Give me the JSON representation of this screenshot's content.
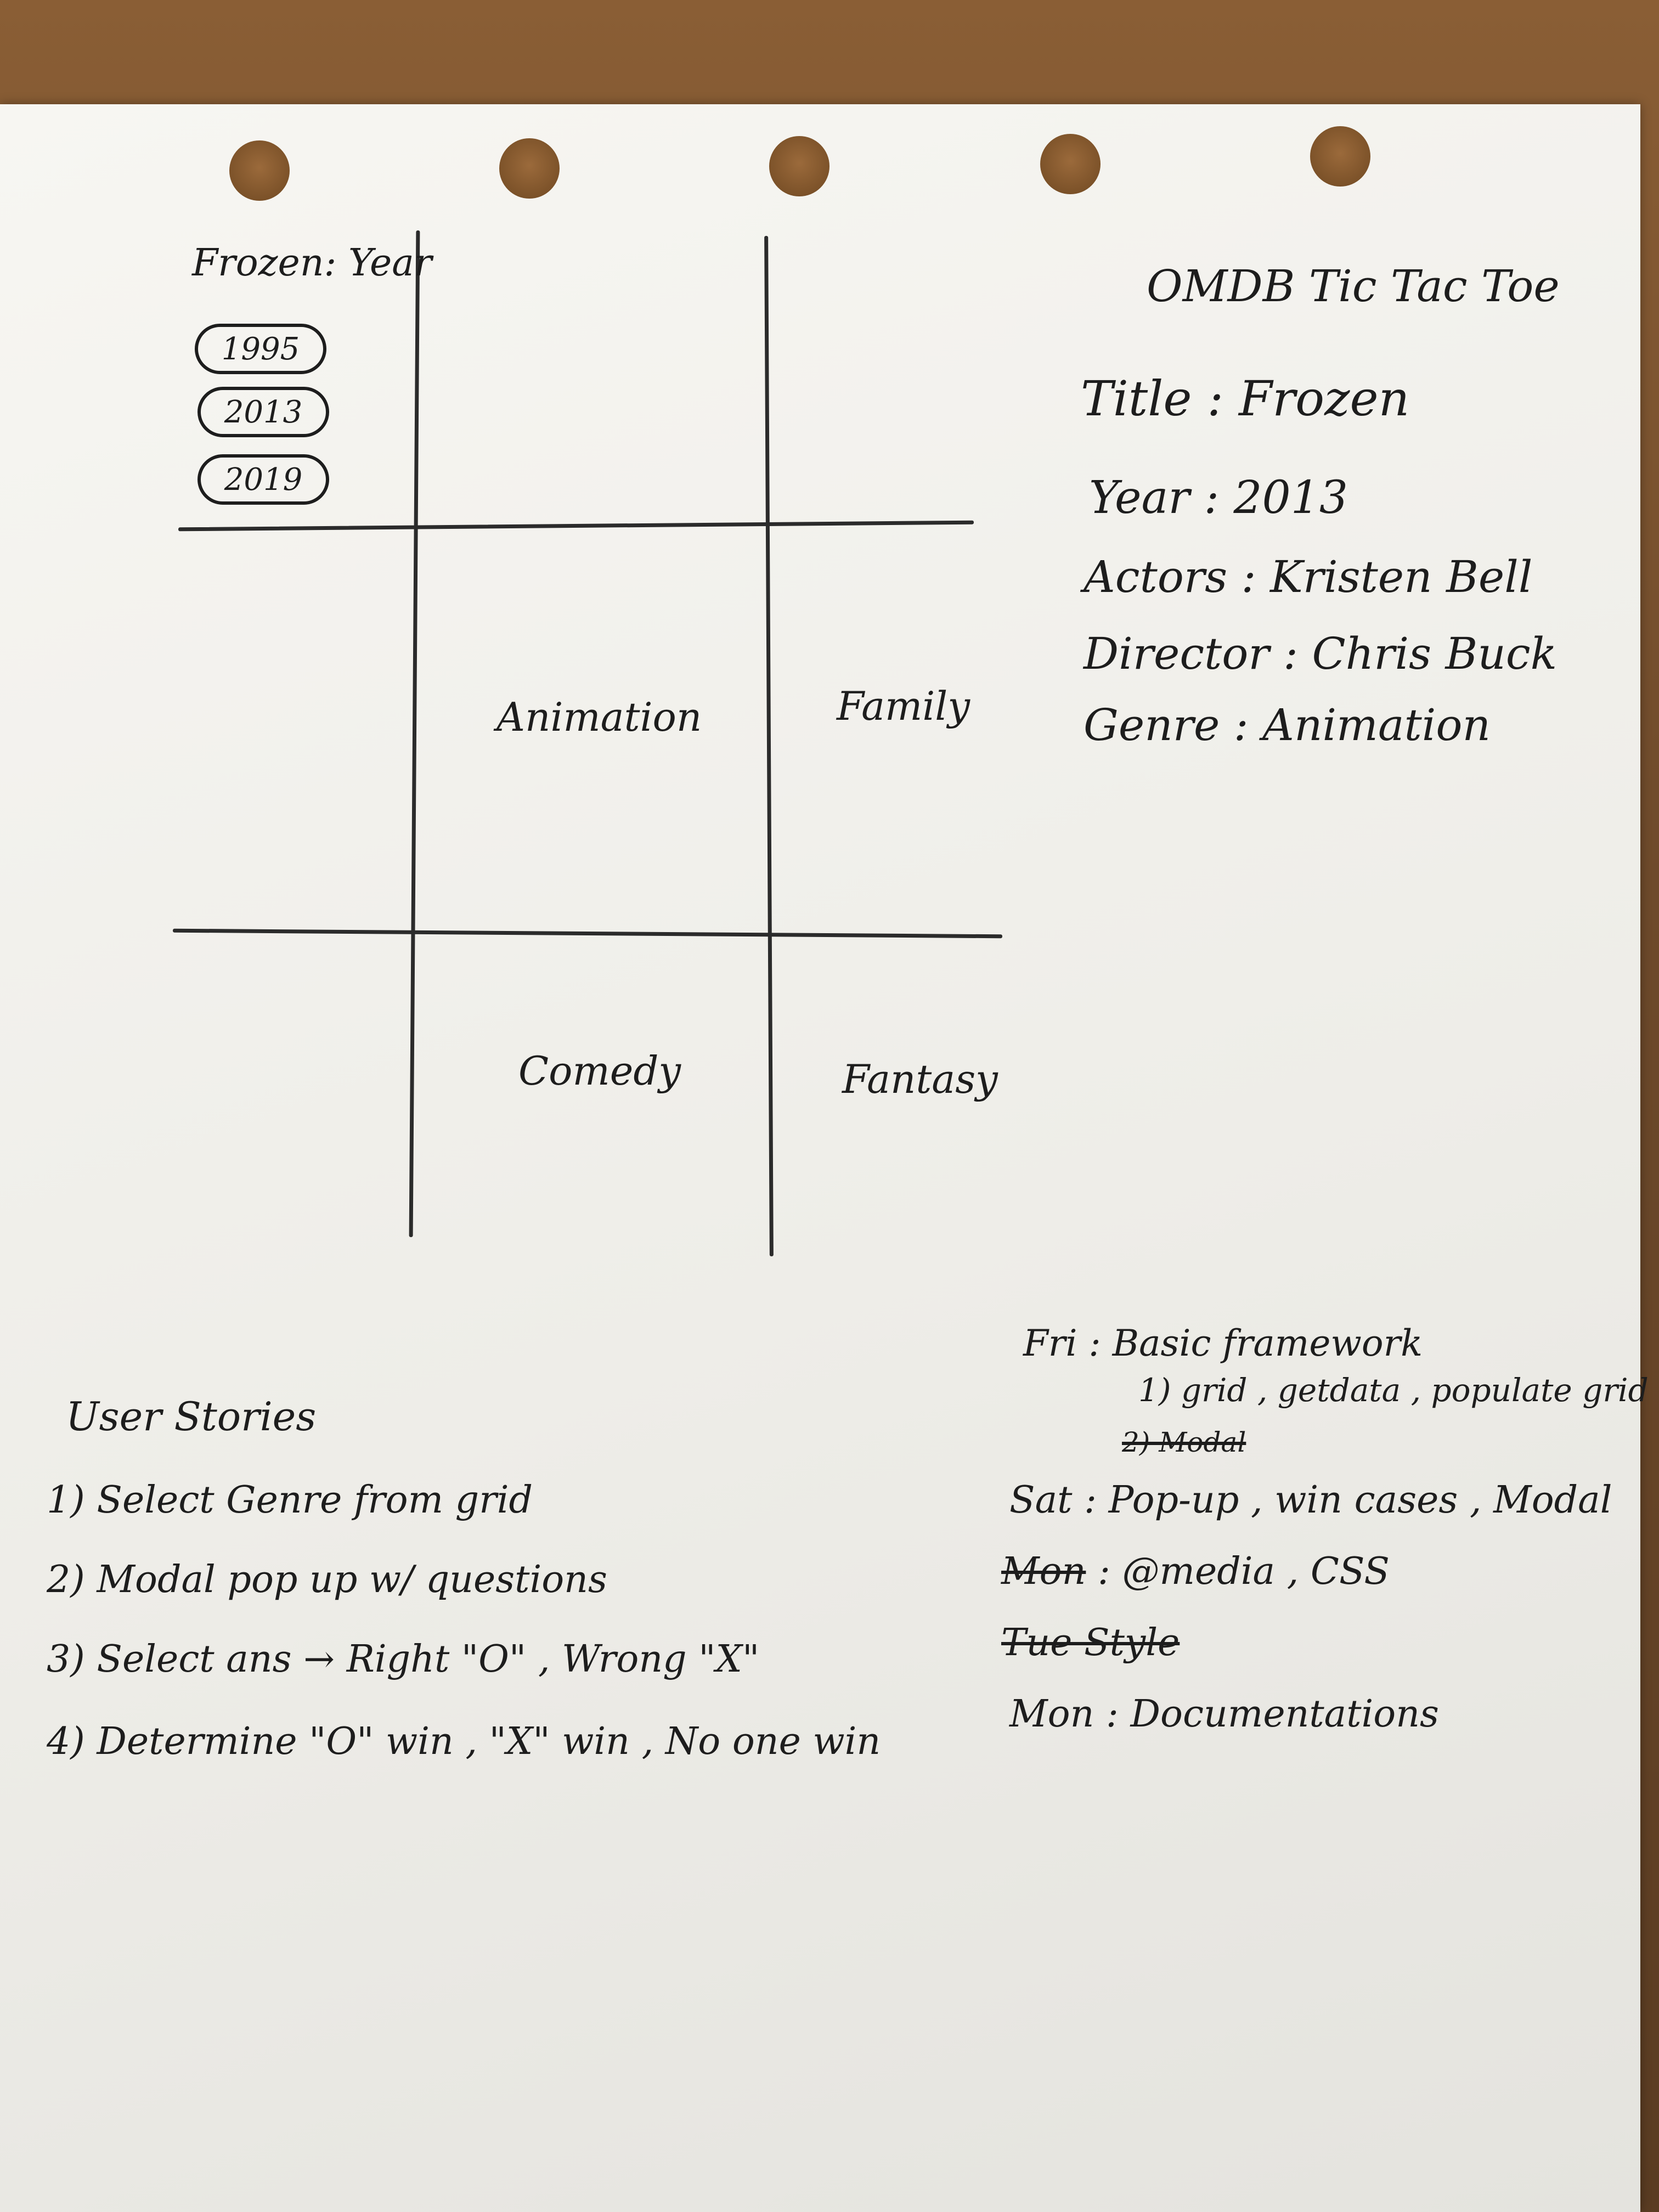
{
  "sketch": {
    "grid": {
      "corner": {
        "title": "Frozen: Year",
        "years": [
          "1995",
          "2013",
          "2019"
        ]
      },
      "cells": {
        "r2c2": "Animation",
        "r2c3": "Family",
        "r3c2": "Comedy",
        "r3c3": "Fantasy"
      }
    },
    "info_panel": {
      "app_title": "OMDB Tic Tac Toe",
      "title": "Title : Frozen",
      "year": "Year : 2013",
      "actors": "Actors : Kristen Bell",
      "director": "Director : Chris Buck",
      "genre": "Genre : Animation"
    },
    "user_stories": {
      "heading": "User Stories",
      "items": [
        "1) Select Genre from grid",
        "2) Modal pop up w/ questions",
        "3) Select ans → Right \"O\" , Wrong \"X\"",
        "4) Determine \"O\" win , \"X\" win , No one win"
      ]
    },
    "schedule": {
      "fri": "Fri : Basic framework",
      "fri_sub1": "1) grid , getdata , populate grid",
      "fri_sub2": "2) Modal",
      "sat": "Sat : Pop-up , win cases , Modal",
      "mon_struck_label": "Mon",
      "mon_rest": ": @media , CSS",
      "tue": "Tue Style",
      "mon2": "Mon : Documentations"
    }
  }
}
